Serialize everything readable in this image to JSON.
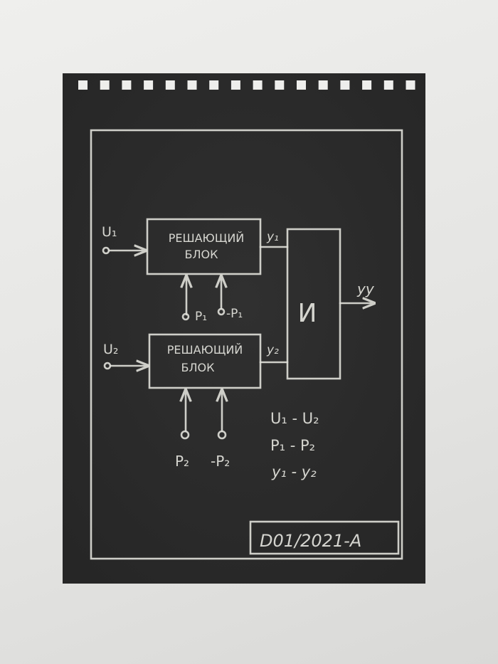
{
  "diagram": {
    "block1": {
      "line1": "РЕШАЮЩИЙ",
      "line2": "БЛОК"
    },
    "block2": {
      "line1": "РЕШАЮЩИЙ",
      "line2": "БЛОК"
    },
    "and_block": "И",
    "inputs": {
      "u1": "U₁",
      "u2": "U₂",
      "p1": "P₁",
      "neg_p1": "-P₁",
      "p2": "P₂",
      "neg_p2": "-P₂"
    },
    "outputs": {
      "y1": "y₁",
      "y2": "y₂",
      "yy": "yу"
    },
    "legend": [
      "U₁ - U₂",
      "P₁ - P₂",
      "y₁ - y₂"
    ],
    "stamp": "D01/2021-A"
  },
  "colors": {
    "paper": "#2b2b2b",
    "chalk": "#dcdcd6",
    "background": "#e8e8e6"
  }
}
